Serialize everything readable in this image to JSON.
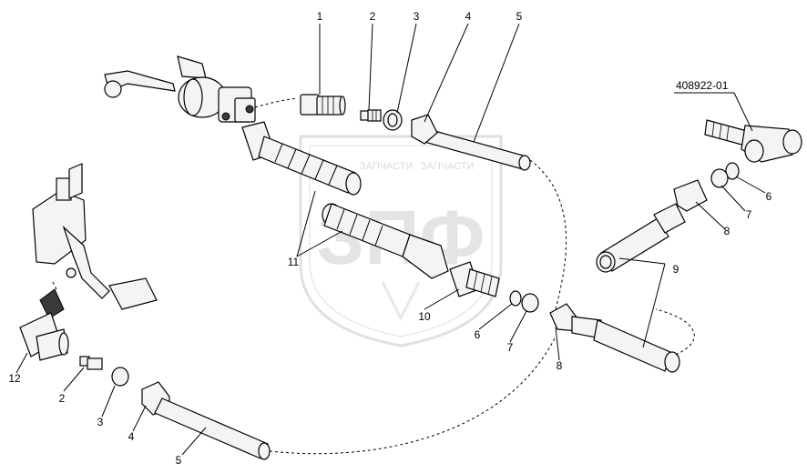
{
  "watermark": {
    "top_left": "ЗАПЧАСТИ",
    "top_right": "ЗАПЧАСТИ",
    "letters": "ЗПФ"
  },
  "callouts": {
    "c1": "1",
    "c2_top": "2",
    "c3_top": "3",
    "c4_top": "4",
    "c5_top": "5",
    "part_no": "408922-01",
    "c6_right": "6",
    "c7_right": "7",
    "c8_right": "8",
    "c9": "9",
    "c10": "10",
    "c11": "11",
    "c12": "12",
    "c2_bot": "2",
    "c3_bot": "3",
    "c4_bot": "4",
    "c5_bot": "5",
    "c6_mid": "6",
    "c7_mid": "7",
    "c8_mid": "8"
  }
}
